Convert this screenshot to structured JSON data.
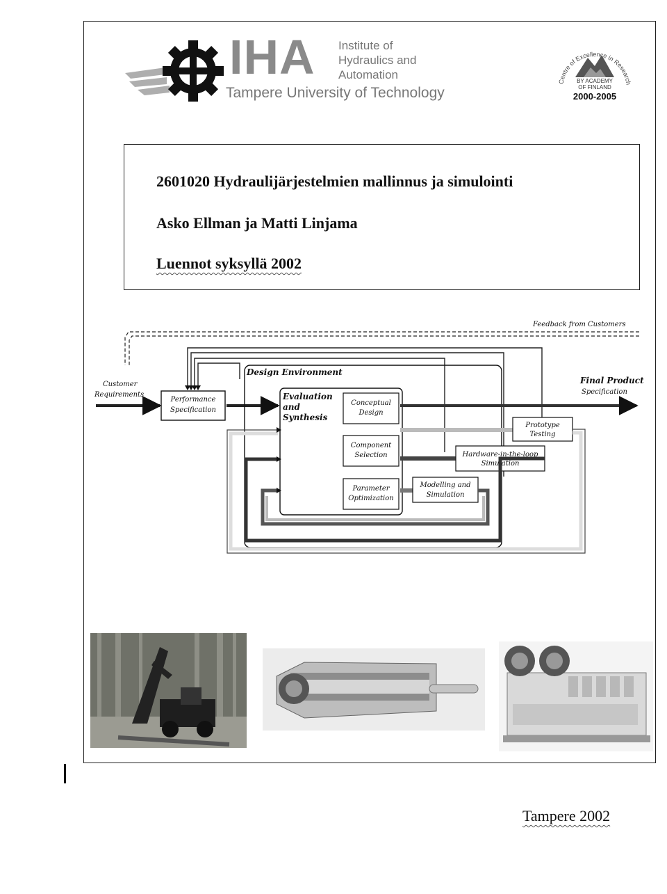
{
  "header": {
    "logo_abbrev": "IHA",
    "institute_line1": "Institute of",
    "institute_line2": "Hydraulics and",
    "institute_line3": "Automation",
    "university": "Tampere University of Technology",
    "badge_arc": "Centre of Excellence in Research",
    "badge_line1": "BY ACADEMY",
    "badge_line2": "OF FINLAND",
    "badge_years": "2000-2005"
  },
  "title_box": {
    "course": "2601020 Hydraulijärjestelmien mallinnus ja simulointi",
    "authors": "Asko Ellman ja Matti Linjama",
    "lectures": "Luennot syksyllä 2002"
  },
  "diagram": {
    "feedback": "Feedback from Customers",
    "customer_req_line1": "Customer",
    "customer_req_line2": "Requirements",
    "performance_line1": "Performance",
    "performance_line2": "Specification",
    "design_env": "Design Environment",
    "eval_line1": "Evaluation",
    "eval_line2": "and",
    "eval_line3": "Synthesis",
    "conceptual_line1": "Conceptual",
    "conceptual_line2": "Design",
    "component_line1": "Component",
    "component_line2": "Selection",
    "parameter_line1": "Parameter",
    "parameter_line2": "Optimization",
    "modelling_line1": "Modelling and",
    "modelling_line2": "Simulation",
    "hil_line1": "Hardware-in-the-loop",
    "hil_line2": "Simulation",
    "prototype_line1": "Prototype",
    "prototype_line2": "Testing",
    "final_line1": "Final Product",
    "final_line2": "Specification"
  },
  "footer": {
    "place_year": "Tampere 2002"
  },
  "colors": {
    "frame": "#222222",
    "logo_gray": "#8a8a8a",
    "photo_forest": "#6f7168",
    "photo_cylinder": "#cfcfcf",
    "photo_engine": "#e4e4e4"
  }
}
